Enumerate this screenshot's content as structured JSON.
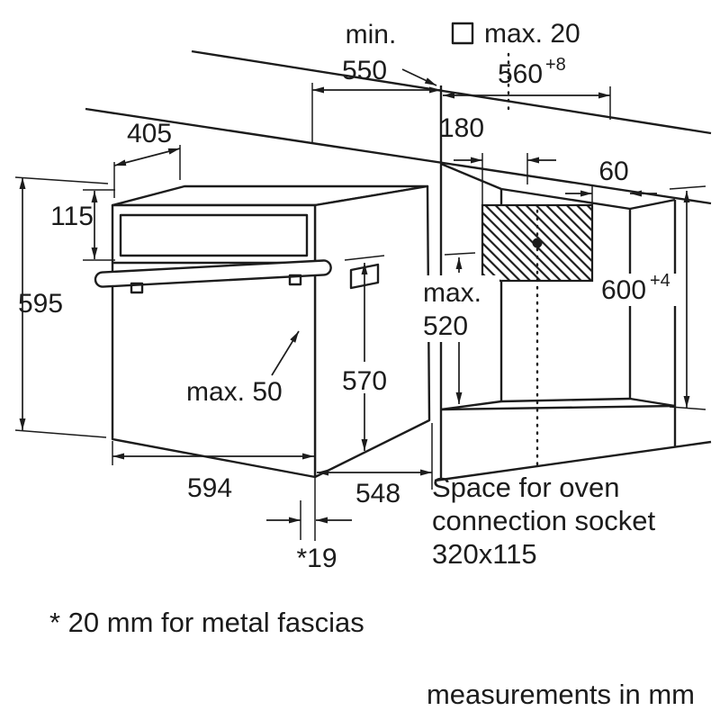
{
  "drawing": {
    "labels": {
      "min": "min.",
      "v550": "550",
      "max20": "max. 20",
      "v560": "560",
      "v560tol": "+8",
      "v405": "405",
      "v115": "115",
      "v595": "595",
      "v180": "180",
      "v60": "60",
      "maxword": "max.",
      "v520": "520",
      "v600": "600",
      "v600tol": "+4",
      "v570": "570",
      "max50": "max. 50",
      "v594": "594",
      "v548": "548",
      "v19": "*19",
      "note1": "Space for oven",
      "note2": "connection socket",
      "note3": "320x115"
    },
    "footnote": "* 20 mm for metal fascias",
    "units_note": "measurements in mm",
    "colors": {
      "line": "#1c1c1c",
      "background": "#ffffff"
    }
  }
}
